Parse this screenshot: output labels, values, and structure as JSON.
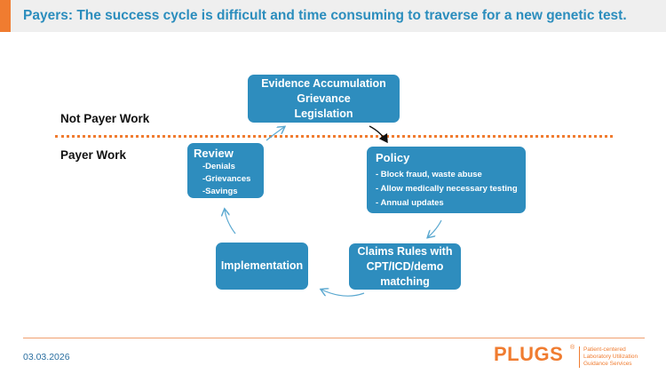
{
  "title": "Payers: The success cycle is difficult and time consuming to traverse for a new genetic test.",
  "zones": {
    "not_payer": "Not Payer Work",
    "payer": "Payer Work"
  },
  "evidence": {
    "lines": [
      "Evidence Accumulation",
      "Grievance",
      "Legislation"
    ]
  },
  "policy": {
    "heading": "Policy",
    "items": [
      "- Block fraud, waste abuse",
      "- Allow medically necessary testing",
      "- Annual updates"
    ]
  },
  "claims": {
    "lines": [
      "Claims Rules with",
      "CPT/ICD/demo",
      "matching"
    ]
  },
  "implementation": {
    "label": "Implementation"
  },
  "review": {
    "heading": "Review",
    "items": [
      "-Denials",
      "-Grievances",
      "-Savings"
    ]
  },
  "footer": {
    "date": "03.03.2026",
    "logo_word": "PLUGS",
    "logo_reg": "®",
    "logo_sub": [
      "Patient-centered",
      "Laboratory Utilization",
      "Guidance Services"
    ]
  },
  "colors": {
    "accent_orange": "#f07c30",
    "box_blue": "#2e8dbe",
    "title_blue": "#2b8dbd",
    "arrow_blue": "#5aa8d0"
  }
}
